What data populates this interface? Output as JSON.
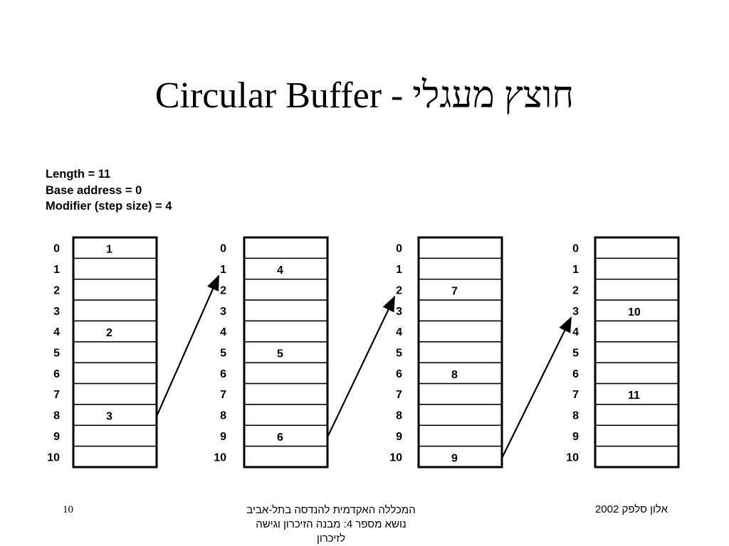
{
  "title": "Circular Buffer - חוצץ מעגלי",
  "params": [
    "Length = 11",
    "Base address = 0",
    "Modifier (step size) = 4"
  ],
  "diagram": {
    "buffers": [
      {
        "address_labels": [
          "0",
          "1",
          "2",
          "3",
          "4",
          "5",
          "6",
          "7",
          "8",
          "9",
          "10"
        ],
        "cells": [
          "1",
          "",
          "",
          "",
          "2",
          "",
          "",
          "",
          "3",
          "",
          ""
        ]
      },
      {
        "address_labels": [
          "0",
          "1",
          "2",
          "3",
          "4",
          "5",
          "6",
          "7",
          "8",
          "9",
          "10"
        ],
        "cells": [
          "",
          "4",
          "",
          "",
          "",
          "5",
          "",
          "",
          "",
          "6",
          ""
        ]
      },
      {
        "address_labels": [
          "0",
          "1",
          "2",
          "3",
          "4",
          "5",
          "6",
          "7",
          "8",
          "9",
          "10"
        ],
        "cells": [
          "",
          "",
          "7",
          "",
          "",
          "",
          "8",
          "",
          "",
          "",
          "9"
        ]
      },
      {
        "address_labels": [
          "0",
          "1",
          "2",
          "3",
          "4",
          "5",
          "6",
          "7",
          "8",
          "9",
          "10"
        ],
        "cells": [
          "",
          "",
          "",
          "10",
          "",
          "",
          "",
          "11",
          "",
          "",
          ""
        ]
      }
    ],
    "arrows": [
      {
        "from_buffer": 0,
        "from_index": 8,
        "to_buffer": 1,
        "to_index": 1
      },
      {
        "from_buffer": 1,
        "from_index": 9,
        "to_buffer": 2,
        "to_index": 2
      },
      {
        "from_buffer": 2,
        "from_index": 10,
        "to_buffer": 3,
        "to_index": 3
      }
    ]
  },
  "footer": {
    "page_number": "10",
    "center_text": "המכללה האקדמית להנדסה בתל-אביב נושא מספר 4: מבנה הזיכרון וגישה לזיכרון",
    "right_text": "אלון סלפק 2002"
  }
}
